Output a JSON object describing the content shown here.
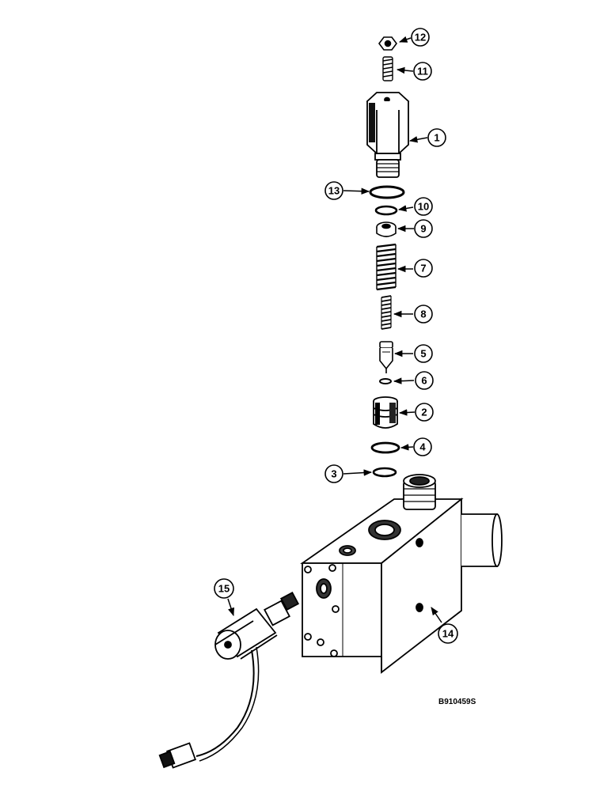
{
  "diagram": {
    "reference_code": "B910459S",
    "callouts": [
      {
        "key": "c12",
        "label": "12"
      },
      {
        "key": "c11",
        "label": "11"
      },
      {
        "key": "c1",
        "label": "1"
      },
      {
        "key": "c13",
        "label": "13"
      },
      {
        "key": "c10",
        "label": "10"
      },
      {
        "key": "c9",
        "label": "9"
      },
      {
        "key": "c7",
        "label": "7"
      },
      {
        "key": "c8",
        "label": "8"
      },
      {
        "key": "c5",
        "label": "5"
      },
      {
        "key": "c6",
        "label": "6"
      },
      {
        "key": "c2",
        "label": "2"
      },
      {
        "key": "c4",
        "label": "4"
      },
      {
        "key": "c3",
        "label": "3"
      },
      {
        "key": "c15",
        "label": "15"
      },
      {
        "key": "c14",
        "label": "14"
      }
    ]
  }
}
